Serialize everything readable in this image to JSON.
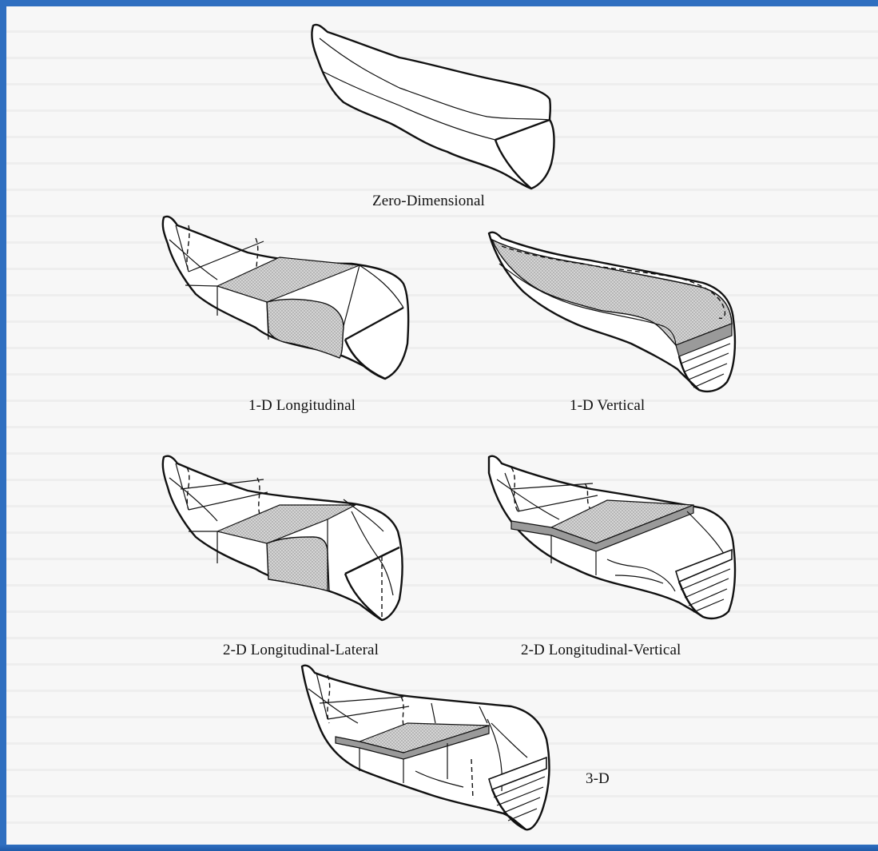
{
  "captions": {
    "zero": "Zero-Dimensional",
    "long": "1-D Longitudinal",
    "vert": "1-D Vertical",
    "long_lat": "2-D Longitudinal-Lateral",
    "long_vert": "2-D Longitudinal-Vertical",
    "three_d": "3-D"
  },
  "colors": {
    "frame": "#2f6fc0",
    "page": "#f7f7f7",
    "shade": "#c9c9c9",
    "line": "#111111"
  }
}
